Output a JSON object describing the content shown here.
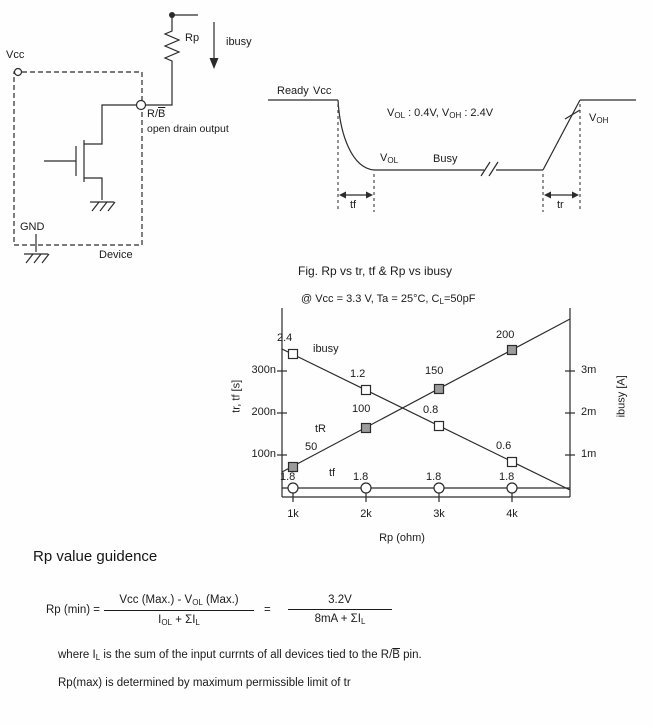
{
  "figure": {
    "circuit": {
      "vcc_label": "Vcc",
      "rp_label": "Rp",
      "ibusy_label": "ibusy",
      "pin_label": {
        "prefix": "R/",
        "overline": "B"
      },
      "pin_description": "open drain output",
      "gnd_label": "GND",
      "device_label": "Device"
    },
    "waveform": {
      "ready_label": "Ready",
      "vcc_label": "Vcc",
      "busy_label": "Busy",
      "tf_label": "tf",
      "tr_label": "tr",
      "levels_note": {
        "t1": "V",
        "sub1": "OL",
        "t2": " : 0.4V,  V",
        "sub2": "OH",
        "t3": " : 2.4V"
      },
      "vol_label": {
        "t": "V",
        "sub": "OL"
      },
      "voh_label": {
        "t": "V",
        "sub": "OH"
      }
    }
  },
  "chart_data": {
    "type": "line",
    "title": "Fig. Rp vs tr, tf & Rp vs ibusy",
    "conditions": "@ Vcc = 3.3 V, Ta = 25°C, CL = 50pF",
    "xlabel": "Rp (ohm)",
    "x_ticks": [
      "1k",
      "2k",
      "3k",
      "4k"
    ],
    "x_values_ohm": [
      1000,
      2000,
      3000,
      4000
    ],
    "left_axis": {
      "label": "tr, tf [s]",
      "ticks": [
        "100n",
        "200n",
        "300n"
      ]
    },
    "right_axis": {
      "label": "ibusy [A]",
      "ticks": [
        "1m",
        "2m",
        "3m"
      ]
    },
    "series": [
      {
        "name": "ibusy",
        "axis": "right",
        "marker": "open-square",
        "values_mA": [
          2.4,
          1.2,
          0.8,
          0.6
        ],
        "point_labels": [
          "2.4",
          "1.2",
          "0.8",
          "0.6"
        ]
      },
      {
        "name": "tR",
        "axis": "left",
        "marker": "filled-square",
        "values_ns": [
          50,
          100,
          150,
          200
        ],
        "point_labels": [
          "50",
          "100",
          "150",
          "200"
        ]
      },
      {
        "name": "tf",
        "axis": "left",
        "marker": "open-circle",
        "values_ns": [
          1.8,
          1.8,
          1.8,
          1.8
        ],
        "point_labels": [
          "1.8",
          "1.8",
          "1.8",
          "1.8"
        ]
      }
    ]
  },
  "chart_labels": {
    "subtitle": {
      "t1": "@ Vcc = 3.3 V, Ta = 25°C, C",
      "sub1": "L",
      "t2": "=50pF"
    }
  },
  "guidance": {
    "heading": "Rp value guidence",
    "formula": {
      "lhs": "Rp (min) =",
      "frac1_num": {
        "t1": "Vcc (Max.) - V",
        "sub1": "OL",
        "t2": " (Max.)"
      },
      "frac1_den": {
        "t1": "I",
        "sub1": "OL",
        "t2": " + ΣI",
        "sub2": "L"
      },
      "equals": "=",
      "frac2_num": "3.2V",
      "frac2_den": {
        "t1": "8mA + ΣI",
        "sub1": "L"
      }
    },
    "note1": {
      "t1": "where I",
      "sub1": "L",
      "t2": " is the sum of the input currnts of all devices tied to the R/",
      "ov": "B",
      "t3": " pin."
    },
    "note2": "Rp(max) is determined by maximum permissible limit of tr"
  }
}
